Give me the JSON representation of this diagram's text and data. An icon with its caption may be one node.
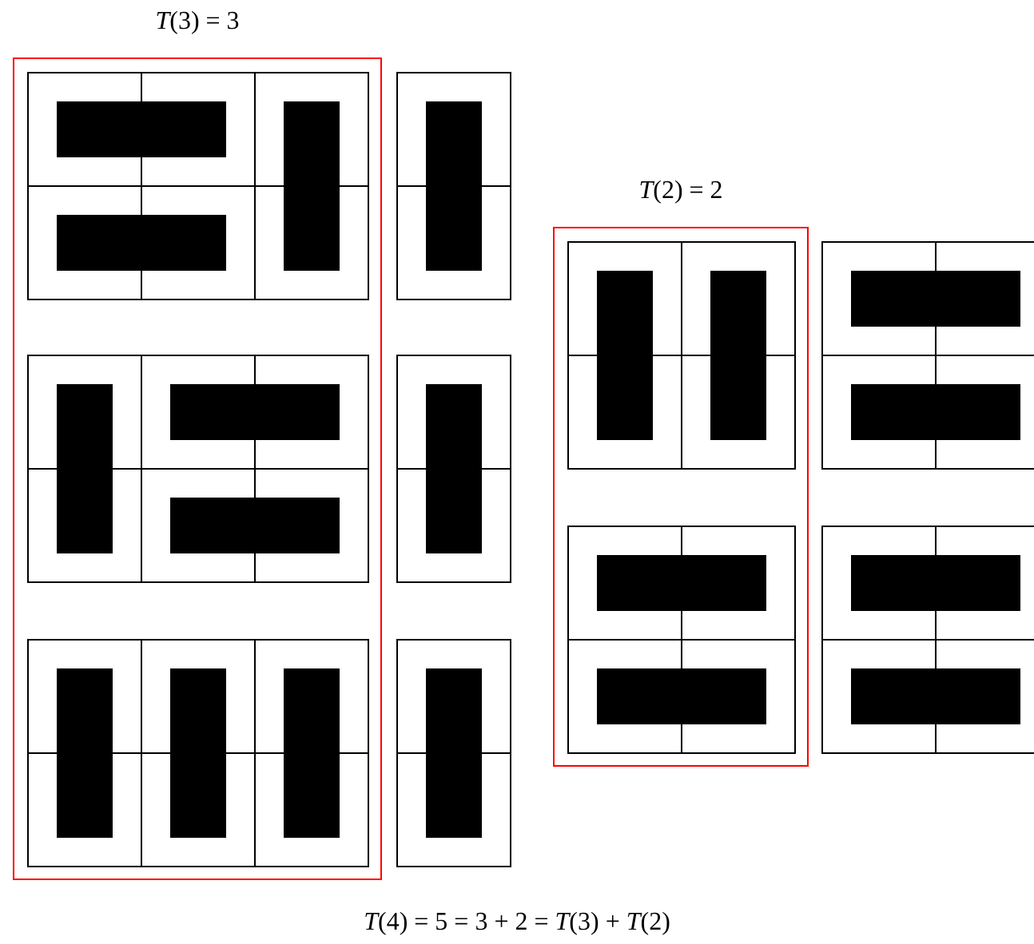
{
  "diagram": {
    "caption": "*T*(4) = 5 = 3 + 2 = *T*(3) + *T*(2)",
    "nodes": [
      {
        "text": [
          "*T*(3) = 3"
        ]
      },
      {
        "text": [
          "*T*(2) = 2"
        ]
      }
    ]
  }
}
